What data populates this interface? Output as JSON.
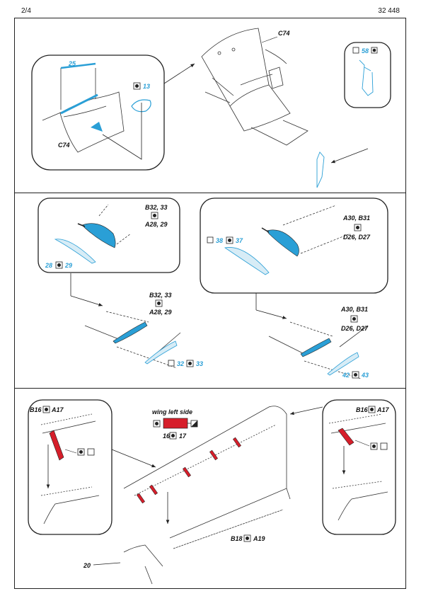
{
  "header": {
    "page": "2/4",
    "code": "32 448"
  },
  "labels": {
    "c74_top": "C74",
    "c74_left": "C74",
    "p25": "25",
    "p13": "13",
    "p58": "58",
    "b32_33_a": "B32, 33",
    "a28_29_a": "A28, 29",
    "p28": "28",
    "p29": "29",
    "a30_b31_a": "A30, B31",
    "d26_d27_a": "D26, D27",
    "p38": "38",
    "p37": "37",
    "b32_33_b": "B32, 33",
    "a28_29_b": "A28, 29",
    "p32": "32",
    "p33": "33",
    "a30_b31_b": "A30, B31",
    "d26_d27_b": "D26, D27",
    "p42": "42",
    "p43": "43",
    "b16_left": "B16",
    "a17_left": "A17",
    "wing_left_side": "wing left side",
    "p16": "16",
    "p17": "17",
    "b16_right": "B16",
    "a17_right": "A17",
    "b18": "B18",
    "a19": "A19",
    "p20": "20"
  },
  "colors": {
    "blue": "#2a9fd6",
    "red": "#d61e2a",
    "ink": "#222222"
  }
}
